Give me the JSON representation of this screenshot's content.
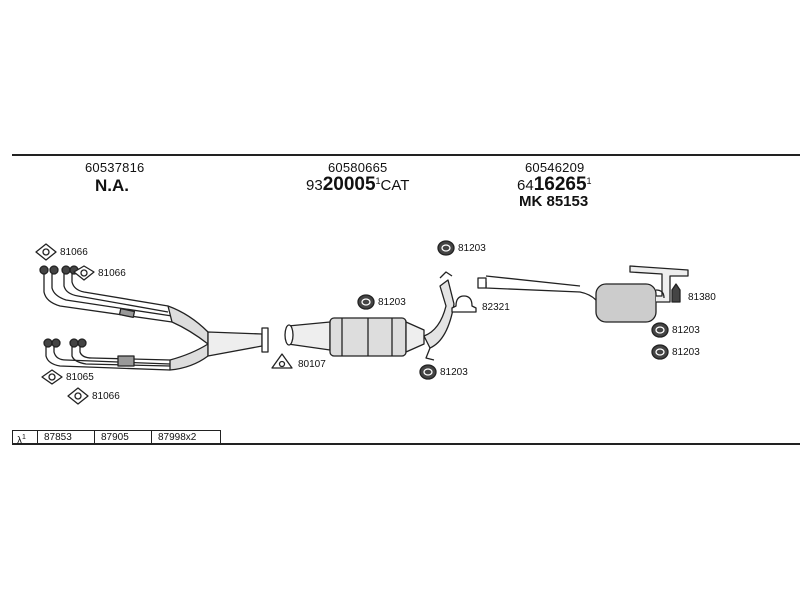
{
  "sections": [
    {
      "part_number": "60537816",
      "label": "N.A."
    },
    {
      "part_number": "60580665",
      "prefix": "93",
      "code": "20005",
      "sup": "1",
      "suffix": "CAT"
    },
    {
      "part_number": "60546209",
      "prefix": "64",
      "code": "16265",
      "sup": "1",
      "kit": "MK  85153"
    }
  ],
  "callouts": {
    "gasket_1": "81066",
    "gasket_2": "81066",
    "gasket_3": "81065",
    "gasket_4": "81066",
    "flange_gasket": "80107",
    "clamp_1": "81203",
    "clamp_2": "81203",
    "clamp_3": "81203",
    "bracket": "82321",
    "clamp_4": "81203",
    "clamp_5": "81203",
    "hanger": "81380"
  },
  "legend": {
    "symbol": "λ",
    "symbol_sup": "1",
    "items": [
      "87853",
      "87905",
      "87998x2"
    ]
  }
}
